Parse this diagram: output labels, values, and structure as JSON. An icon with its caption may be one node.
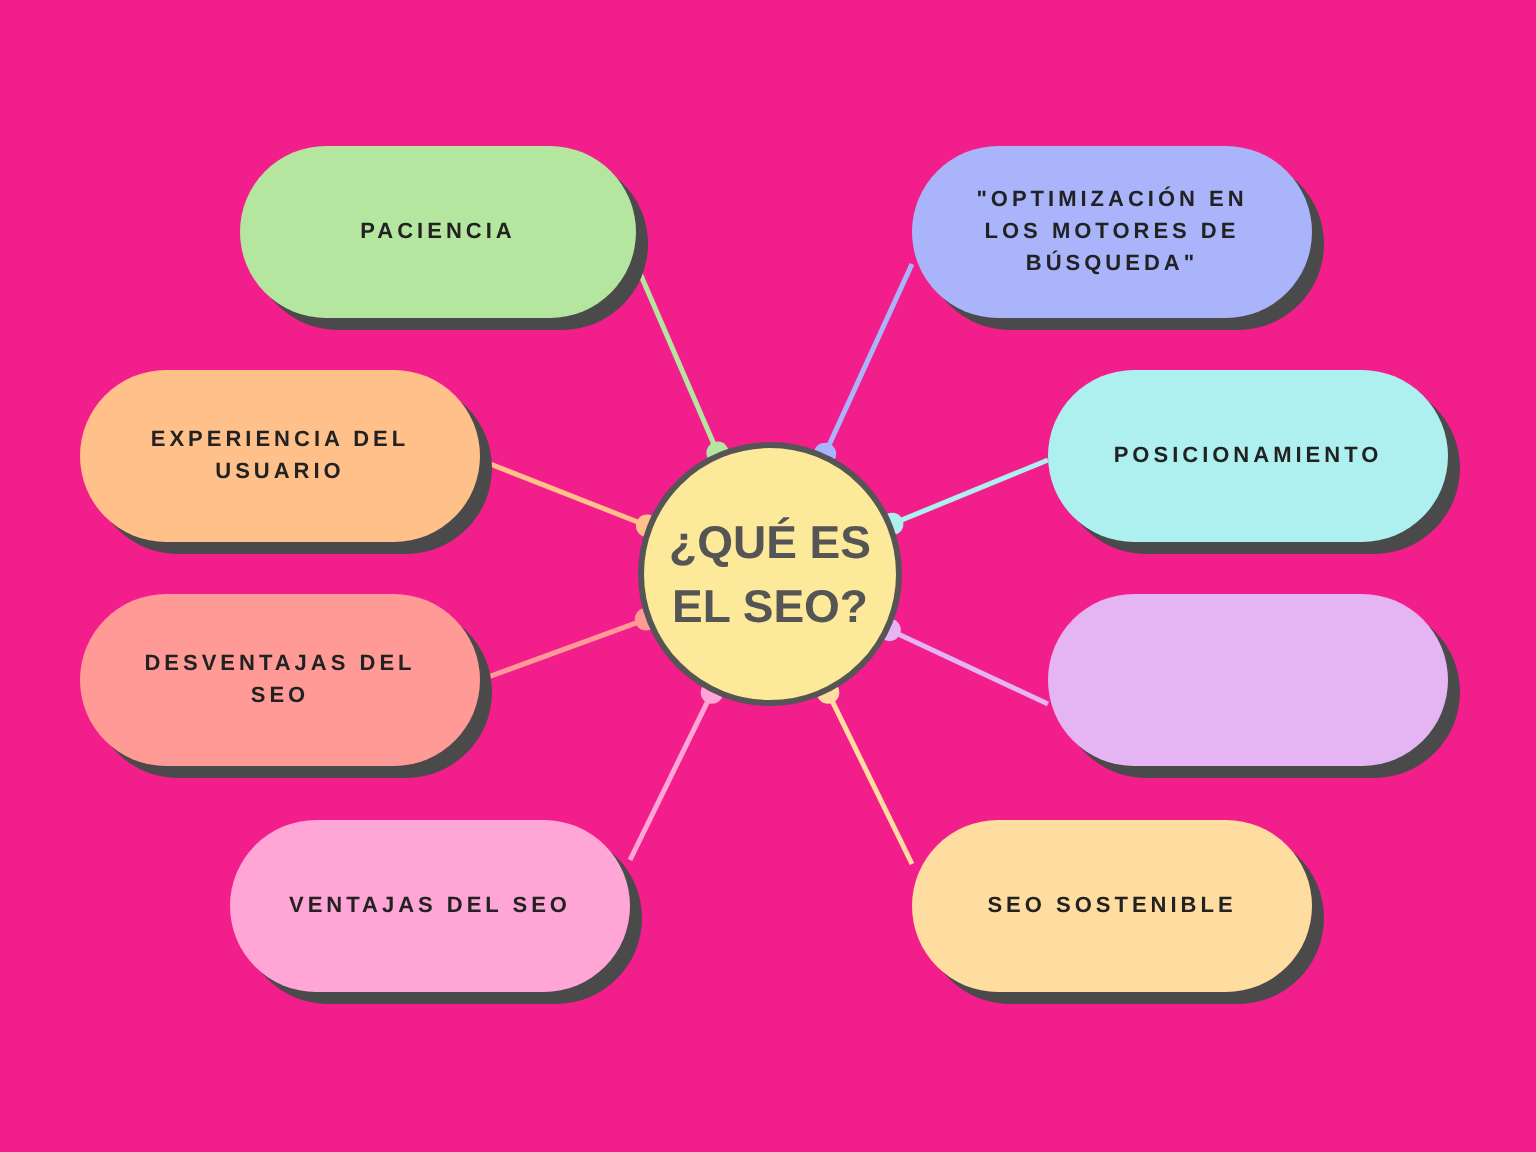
{
  "diagram": {
    "nodes": [
      {
        "text": [
          "¿QUÉ ES EL SEO?"
        ]
      },
      {
        "text": [
          "PACIENCIA"
        ]
      },
      {
        "text": [
          "\"OPTIMIZACIÓN EN LOS MOTORES DE BÚSQUEDA\""
        ]
      },
      {
        "text": [
          "EXPERIENCIA DEL USUARIO"
        ]
      },
      {
        "text": [
          "POSICIONAMIENTO"
        ]
      },
      {
        "text": [
          "DESVENTAJAS DEL SEO"
        ]
      },
      {
        "text": [],
        "shape": "box"
      },
      {
        "text": [
          "VENTAJAS DEL SEO"
        ]
      },
      {
        "text": [
          "SEO SOSTENIBLE"
        ]
      }
    ],
    "edges": [
      {
        "from": 1,
        "to": 0,
        "arrow": "other",
        "color": "#b5e6a0"
      },
      {
        "from": 2,
        "to": 0,
        "arrow": "other",
        "color": "#aab4fb"
      },
      {
        "from": 3,
        "to": 0,
        "arrow": "other",
        "color": "#ffc08a"
      },
      {
        "from": 4,
        "to": 0,
        "arrow": "other",
        "color": "#aef0f0"
      },
      {
        "from": 5,
        "to": 0,
        "arrow": "other",
        "color": "#ff9a96"
      },
      {
        "from": 6,
        "to": 0,
        "arrow": "other",
        "color": "#e5b4f2"
      },
      {
        "from": 7,
        "to": 0,
        "arrow": "other",
        "color": "#ffa6d6"
      },
      {
        "from": 8,
        "to": 0,
        "arrow": "other",
        "color": "#ffdca0"
      }
    ]
  }
}
